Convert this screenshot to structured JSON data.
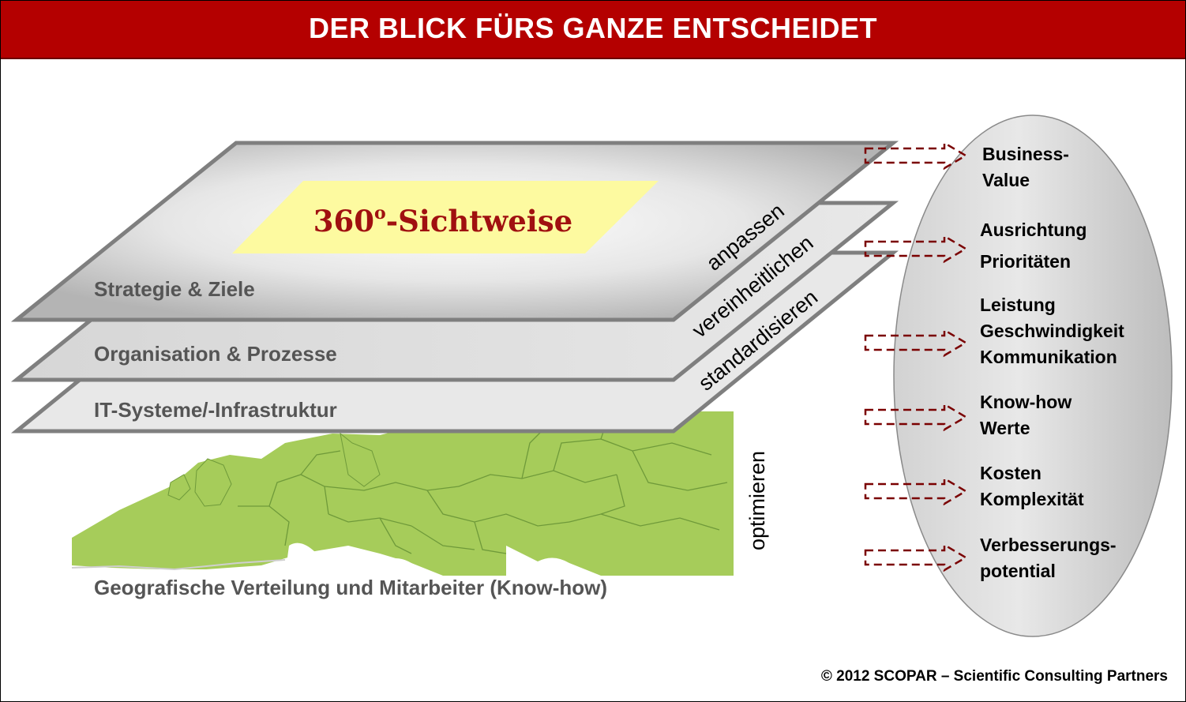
{
  "header": {
    "title": "DER BLICK FÜRS GANZE ENTSCHEIDET"
  },
  "layers": {
    "top": "Strategie & Ziele",
    "middle": "Organisation & Prozesse",
    "bottom": "IT-Systeme/-Infrastruktur",
    "base": "Geografische Verteilung und Mitarbeiter (Know-how)"
  },
  "highlight": {
    "main": "360",
    "degree": "o",
    "suffix": "-Sichtweise"
  },
  "verbs": {
    "anpassen": "anpassen",
    "vereinheitlichen": "vereinheitlichen",
    "standardisieren": "standardisieren",
    "optimieren": "optimieren"
  },
  "outcomes": [
    {
      "line1": "Business-",
      "line2": "Value"
    },
    {
      "line1": "Ausrichtung",
      "line2": "Prioritäten"
    },
    {
      "line1": "Leistung",
      "line2": "Geschwindigkeit",
      "line3": "Kommunikation"
    },
    {
      "line1": "Know-how",
      "line2": "Werte"
    },
    {
      "line1": "Kosten",
      "line2": "Komplexität"
    },
    {
      "line1": "Verbesserungs-",
      "line2": "potential"
    }
  ],
  "footer": {
    "copyright": "© 2012 SCOPAR – Scientific Consulting Partners"
  },
  "colors": {
    "banner": "#b40000",
    "highlight_fill": "#fdfaa0",
    "highlight_text": "#a01010",
    "map_land": "#a6cc5a",
    "arrow": "#7a0000"
  }
}
